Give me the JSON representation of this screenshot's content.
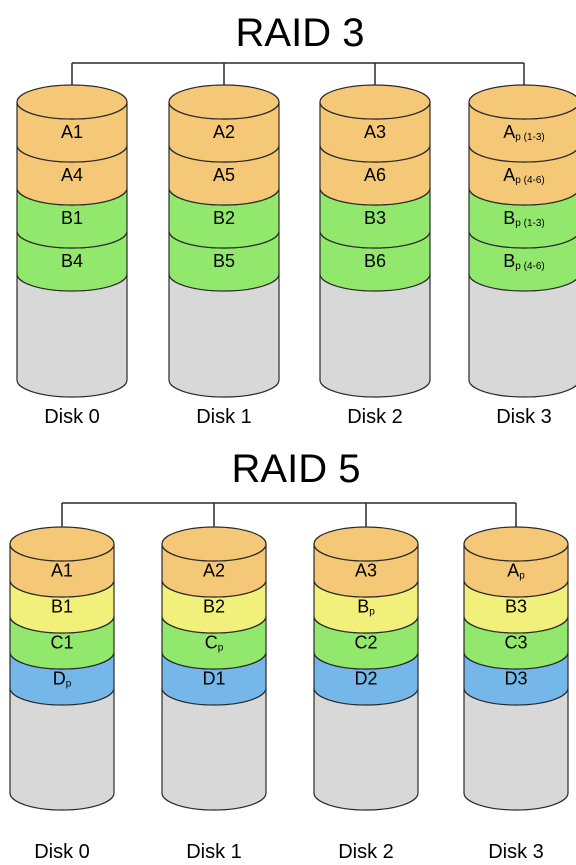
{
  "colors": {
    "orange": "#f4c877",
    "yellow": "#f0f07a",
    "green": "#92e86d",
    "blue": "#74b7e8",
    "empty": "#d8d8d8",
    "stroke": "#2a2a2a"
  },
  "diagrams": [
    {
      "title": "RAID 3",
      "disks": [
        {
          "label": "Disk 0",
          "blocks": [
            {
              "text": "A1",
              "color": "orange"
            },
            {
              "text": "A4",
              "color": "orange"
            },
            {
              "text": "B1",
              "color": "green"
            },
            {
              "text": "B4",
              "color": "green"
            }
          ]
        },
        {
          "label": "Disk 1",
          "blocks": [
            {
              "text": "A2",
              "color": "orange"
            },
            {
              "text": "A5",
              "color": "orange"
            },
            {
              "text": "B2",
              "color": "green"
            },
            {
              "text": "B5",
              "color": "green"
            }
          ]
        },
        {
          "label": "Disk 2",
          "blocks": [
            {
              "text": "A3",
              "color": "orange"
            },
            {
              "text": "A6",
              "color": "orange"
            },
            {
              "text": "B3",
              "color": "green"
            },
            {
              "text": "B6",
              "color": "green"
            }
          ]
        },
        {
          "label": "Disk 3",
          "blocks": [
            {
              "text": "A",
              "sub": "p (1-3)",
              "color": "orange"
            },
            {
              "text": "A",
              "sub": "p (4-6)",
              "color": "orange"
            },
            {
              "text": "B",
              "sub": "p (1-3)",
              "color": "green"
            },
            {
              "text": "B",
              "sub": "p (4-6)",
              "color": "green"
            }
          ]
        }
      ]
    },
    {
      "title": "RAID 5",
      "disks": [
        {
          "label": "Disk 0",
          "blocks": [
            {
              "text": "A1",
              "color": "orange"
            },
            {
              "text": "B1",
              "color": "yellow"
            },
            {
              "text": "C1",
              "color": "green"
            },
            {
              "text": "D",
              "sub": "p",
              "color": "blue"
            }
          ]
        },
        {
          "label": "Disk 1",
          "blocks": [
            {
              "text": "A2",
              "color": "orange"
            },
            {
              "text": "B2",
              "color": "yellow"
            },
            {
              "text": "C",
              "sub": "p",
              "color": "green"
            },
            {
              "text": "D1",
              "color": "blue"
            }
          ]
        },
        {
          "label": "Disk 2",
          "blocks": [
            {
              "text": "A3",
              "color": "orange"
            },
            {
              "text": "B",
              "sub": "p",
              "color": "yellow"
            },
            {
              "text": "C2",
              "color": "green"
            },
            {
              "text": "D2",
              "color": "blue"
            }
          ]
        },
        {
          "label": "Disk 3",
          "blocks": [
            {
              "text": "A",
              "sub": "p",
              "color": "orange"
            },
            {
              "text": "B3",
              "color": "yellow"
            },
            {
              "text": "C3",
              "color": "green"
            },
            {
              "text": "D3",
              "color": "blue"
            }
          ]
        }
      ]
    }
  ]
}
